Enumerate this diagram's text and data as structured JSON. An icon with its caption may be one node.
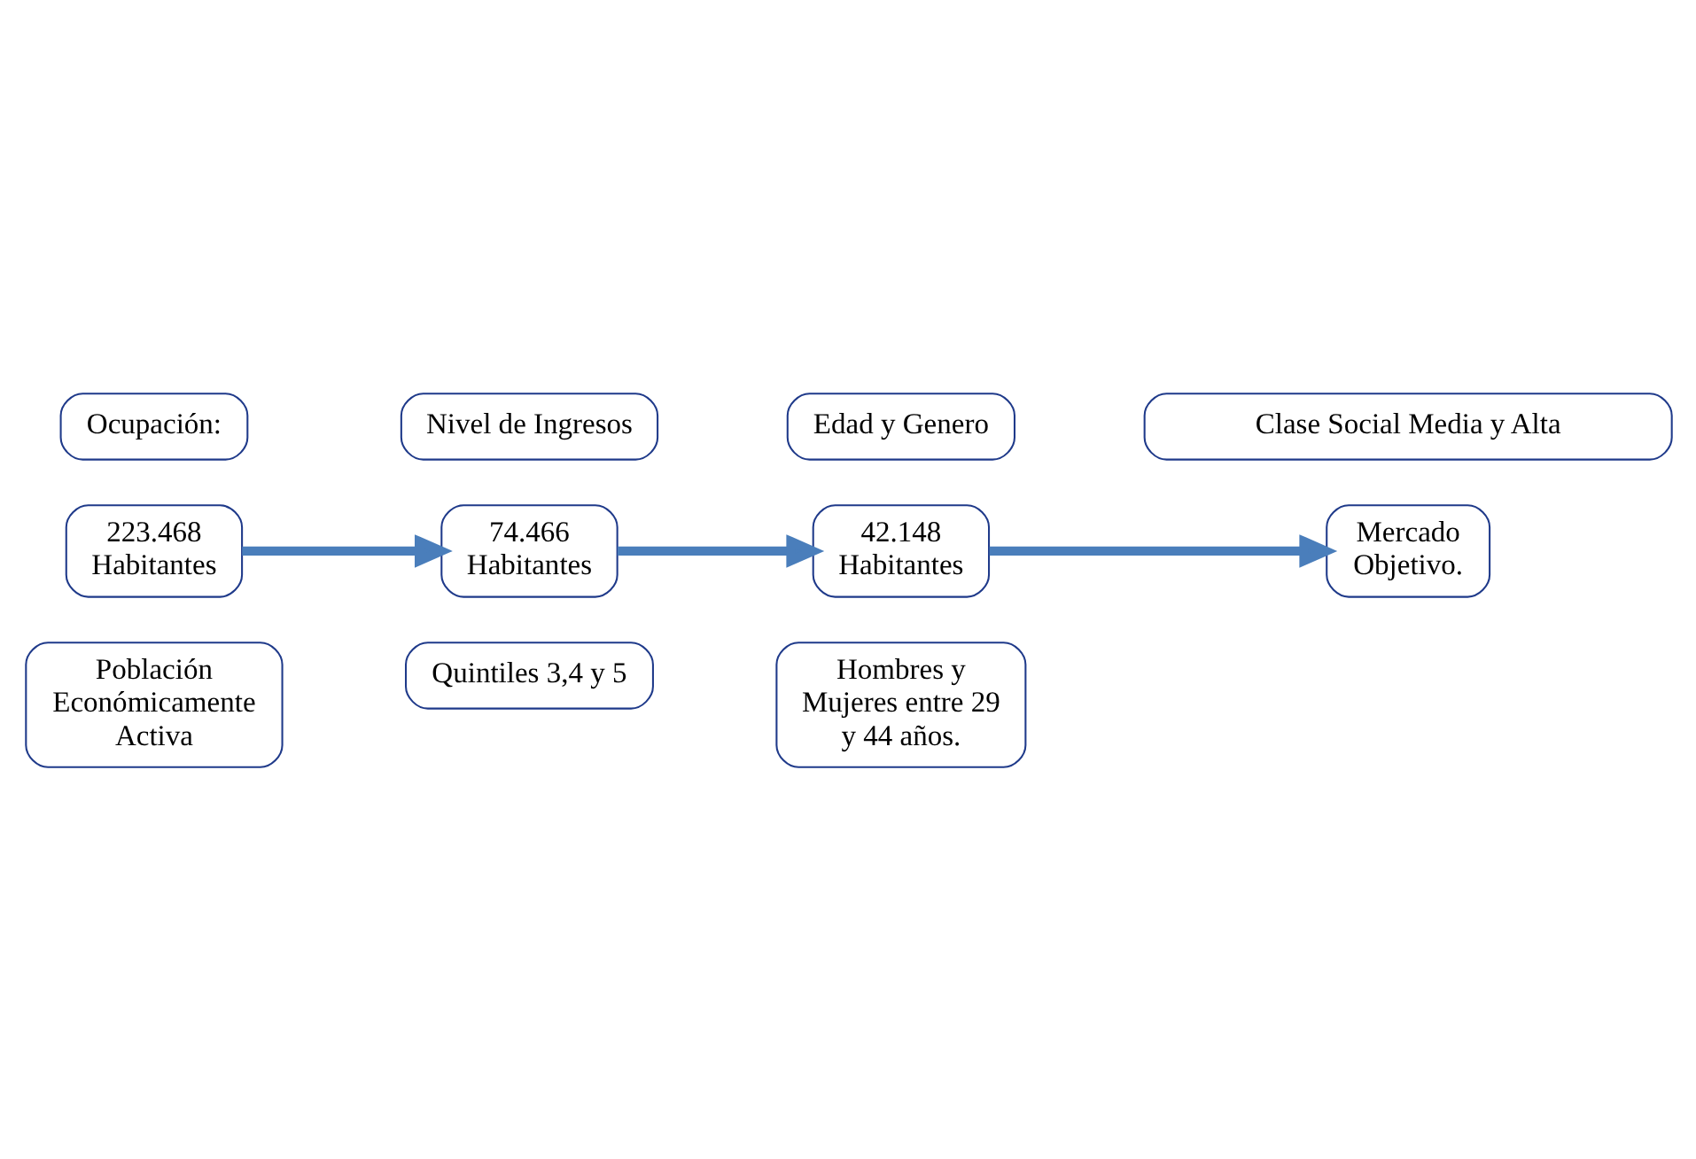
{
  "diagram": {
    "nodes": [
      {
        "text": [
          "Clase Social Media y Alta"
        ]
      },
      {
        "text": [
          "Ocupación:"
        ]
      },
      {
        "text": [
          "223.468 Habitantes"
        ]
      },
      {
        "text": [
          "Población Económicamente Activa"
        ]
      },
      {
        "text": [
          "Nivel de Ingresos"
        ]
      },
      {
        "text": [
          "74.466 Habitantes"
        ]
      },
      {
        "text": [
          "Quintiles 3,4 y 5"
        ]
      },
      {
        "text": [
          "Edad y Genero"
        ]
      },
      {
        "text": [
          "42.148 Habitantes"
        ]
      },
      {
        "text": [
          "Hombres y Mujeres entre 29 y 44 años."
        ]
      },
      {
        "text": [
          "Mercado Objetivo."
        ]
      }
    ],
    "edges": [
      {
        "from": 2,
        "to": 5,
        "arrow": "to"
      },
      {
        "from": 5,
        "to": 8,
        "arrow": "to"
      },
      {
        "from": 8,
        "to": 10,
        "arrow": "to"
      }
    ]
  }
}
